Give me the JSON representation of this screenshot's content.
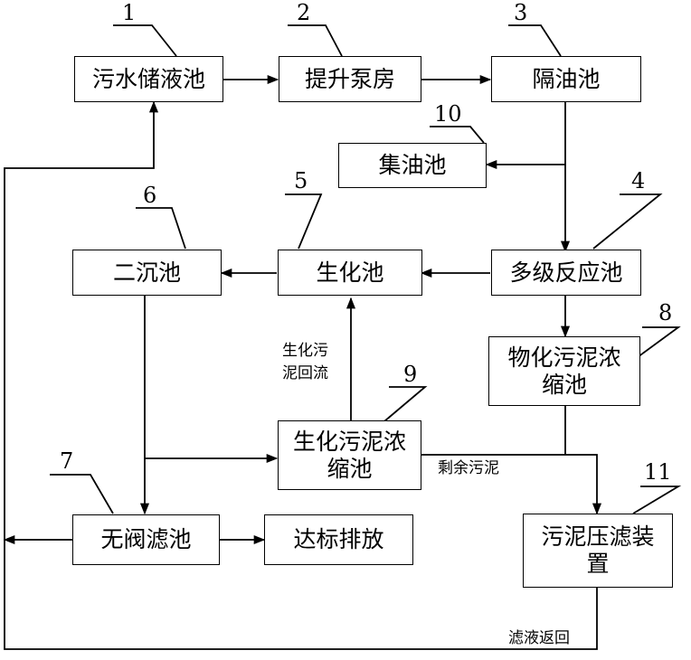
{
  "nodes": {
    "n1": {
      "label": "污水储液池",
      "number": "1"
    },
    "n2": {
      "label": "提升泵房",
      "number": "2"
    },
    "n3": {
      "label": "隔油池",
      "number": "3"
    },
    "n4": {
      "label": "多级反应池",
      "number": "4"
    },
    "n5": {
      "label": "生化池",
      "number": "5"
    },
    "n6": {
      "label": "二沉池",
      "number": "6"
    },
    "n7": {
      "label": "无阀滤池",
      "number": "7"
    },
    "n8": {
      "label_line1": "物化污泥浓",
      "label_line2": "缩池",
      "number": "8"
    },
    "n9": {
      "label_line1": "生化污泥浓",
      "label_line2": "缩池",
      "number": "9"
    },
    "n10": {
      "label": "集油池",
      "number": "10"
    },
    "n11": {
      "label_line1": "污泥压滤装",
      "label_line2": "置",
      "number": "11"
    },
    "discharge": {
      "label": "达标排放"
    }
  },
  "edge_labels": {
    "sludge_return_line1": "生化污",
    "sludge_return_line2": "泥回流",
    "excess_sludge": "剩余污泥",
    "filtrate_return": "滤液返回"
  }
}
